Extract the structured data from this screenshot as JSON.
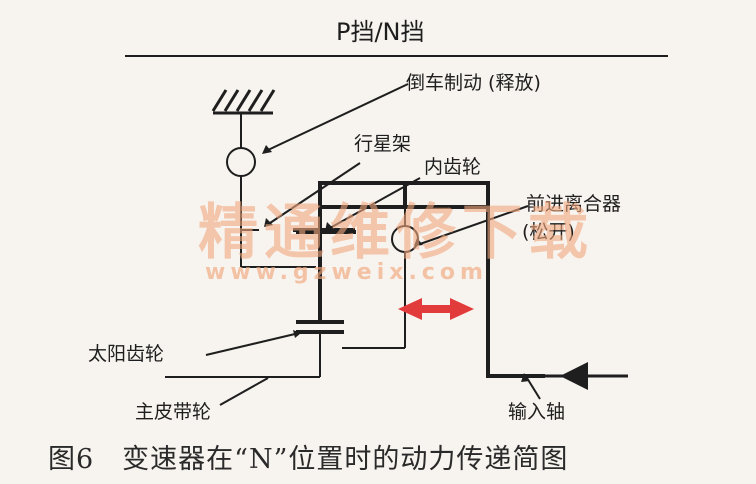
{
  "diagram": {
    "title": "P挡/N挡",
    "labels": {
      "reverse_brake": "倒车制动 (释放)",
      "planet_carrier": "行星架",
      "ring_gear": "内齿轮",
      "forward_clutch_line1": "前进离合器",
      "forward_clutch_line2": "(松开)",
      "sun_gear": "太阳齿轮",
      "drive_pulley": "主皮带轮",
      "input_shaft": "输入轴"
    },
    "watermark": {
      "text_cn": "精通维修下载",
      "url": "www.gzweix.com",
      "color": "#f2a87e"
    },
    "caption": "图6　变速器在“N”位置时的动力传递简图",
    "colors": {
      "line": "#1e1e1e",
      "arrow": "#e23b3b",
      "background": "#f7f3ee"
    }
  }
}
